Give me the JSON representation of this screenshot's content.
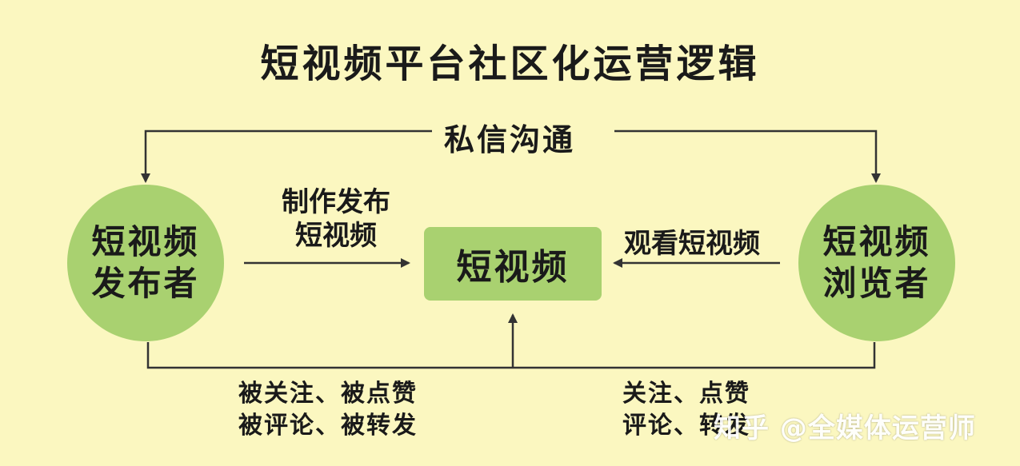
{
  "title": "短视频平台社区化运营逻辑",
  "labels": {
    "direct_message": "私信沟通",
    "make_line1": "制作发布",
    "make_line2": "短视频",
    "watch": "观看短视频",
    "publisher_feedback_line1": "被关注、被点赞",
    "publisher_feedback_line2": "被评论、被转发",
    "viewer_actions_line1": "关注、点赞",
    "viewer_actions_line2": "评论、转发"
  },
  "nodes": {
    "publisher_line1": "短视频",
    "publisher_line2": "发布者",
    "center": "短视频",
    "viewer_line1": "短视频",
    "viewer_line2": "浏览者"
  },
  "watermark": "知乎 @全媒体运营师",
  "colors": {
    "background": "#fbf7c0",
    "node_fill": "#a9d170",
    "line": "#333333"
  }
}
